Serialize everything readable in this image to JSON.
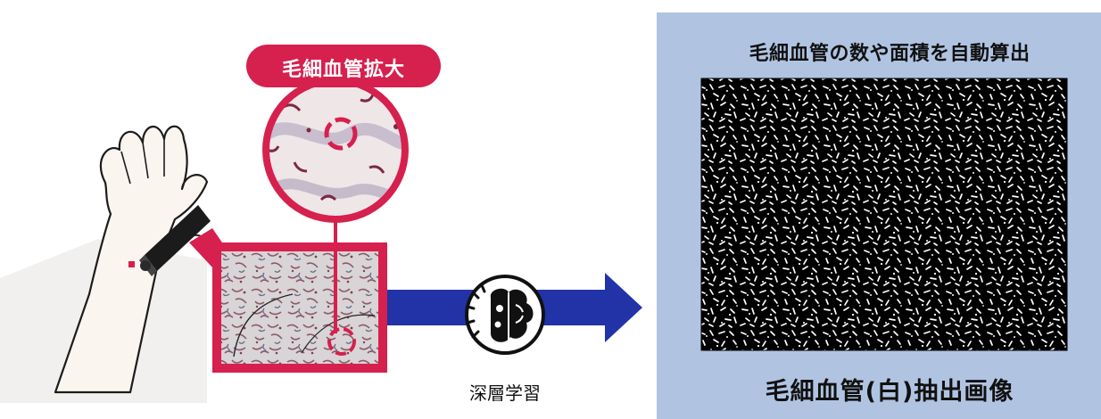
{
  "zoom_label": "毛細血管拡大",
  "deep_learning_label": "深層学習",
  "panel": {
    "heading": "毛細血管の数や面積を自動算出",
    "caption": "毛細血管(白)抽出画像"
  },
  "icons": [
    "arm-illustration",
    "probe-device",
    "magnifier-circle",
    "brain-gear-icon",
    "arrow-right"
  ],
  "colors": {
    "accent": "#d6204e",
    "arrow": "#2233a8",
    "panel_bg": "#b0c4e2",
    "capillary_image_bg": "#000000"
  }
}
